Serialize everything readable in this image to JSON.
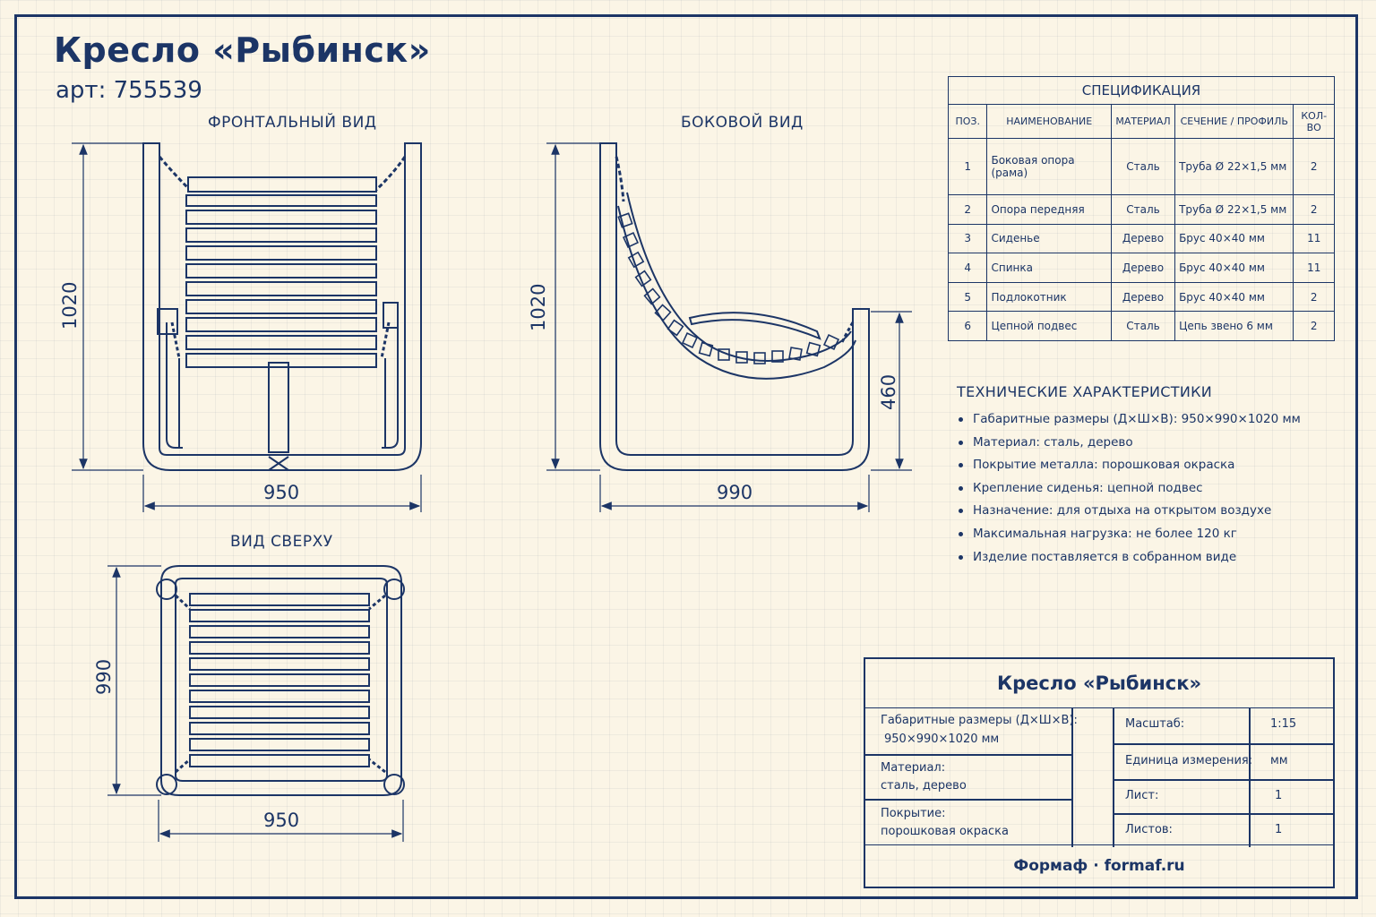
{
  "title": "Кресло «Рыбинск»",
  "article": "арт: 755539",
  "views": {
    "front": {
      "label": "ФРОНТАЛЬНЫЙ ВИД",
      "height": "1020",
      "width": "950"
    },
    "side": {
      "label": "БОКОВОЙ ВИД",
      "height": "1020",
      "seat_height": "460",
      "depth": "990"
    },
    "top": {
      "label": "ВИД СВЕРХУ",
      "depth": "990",
      "width": "950"
    }
  },
  "spec": {
    "caption": "СПЕЦИФИКАЦИЯ",
    "headers": [
      "ПОЗ.",
      "НАИМЕНОВАНИЕ",
      "МАТЕРИАЛ",
      "СЕЧЕНИЕ / ПРОФИЛЬ",
      "КОЛ-ВО"
    ],
    "rows": [
      [
        "1",
        "Боковая опора (рама)",
        "Сталь",
        "Труба Ø 22×1,5 мм",
        "2"
      ],
      [
        "2",
        "Опора передняя",
        "Сталь",
        "Труба Ø 22×1,5 мм",
        "2"
      ],
      [
        "3",
        "Сиденье",
        "Дерево",
        "Брус 40×40 мм",
        "11"
      ],
      [
        "4",
        "Спинка",
        "Дерево",
        "Брус 40×40 мм",
        "11"
      ],
      [
        "5",
        "Подлокотник",
        "Дерево",
        "Брус 40×40 мм",
        "2"
      ],
      [
        "6",
        "Цепной подвес",
        "Сталь",
        "Цепь звено 6 мм",
        "2"
      ]
    ]
  },
  "tech": {
    "heading": "ТЕХНИЧЕСКИЕ ХАРАКТЕРИСТИКИ",
    "items": [
      "Габаритные размеры (Д×Ш×В): 950×990×1020 мм",
      "Материал: сталь, дерево",
      "Покрытие металла: порошковая окраска",
      "Крепление сиденья: цепной подвес",
      "Назначение: для отдыха на открытом воздухе",
      "Максимальная нагрузка: не более 120 кг",
      "Изделие поставляется в собранном виде"
    ]
  },
  "stamp": {
    "title": "Кресло «Рыбинск»",
    "dims_label": "Габаритные размеры (Д×Ш×В):",
    "dims_value": "950×990×1020 мм",
    "material_label": "Материал:",
    "material_value": "сталь, дерево",
    "coating_label": "Покрытие:",
    "coating_value": "порошковая окраска",
    "scale_label": "Масштаб:",
    "scale_value": "1:15",
    "unit_label": "Единица измерения:",
    "unit_value": "мм",
    "sheet_label": "Лист:",
    "sheet_value": "1",
    "sheets_label": "Листов:",
    "sheets_value": "1",
    "footer": "Формаф · formaf.ru"
  },
  "colors": {
    "ink": "#1c3566",
    "paper": "#fbf5e6"
  }
}
